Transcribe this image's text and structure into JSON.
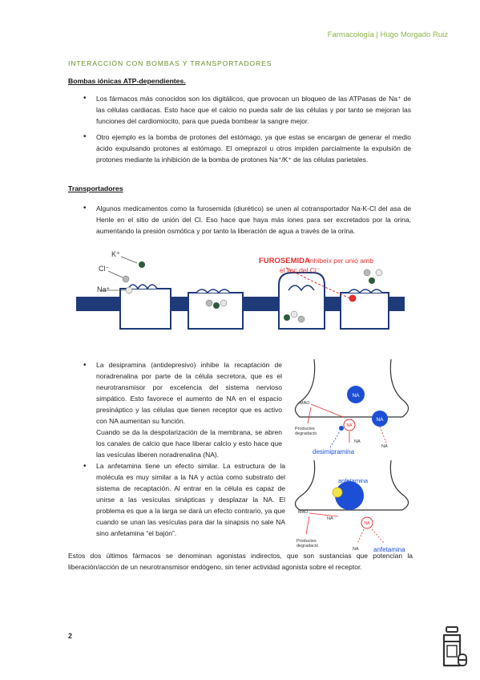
{
  "header": {
    "running_title": "Farmacología | Hugo Morgado Ruiz"
  },
  "section_title": "INTERACCIÓN CON BOMBAS Y TRANSPORTADORES",
  "sub_pumps": "Bombas iónicas ATP-dependientes.",
  "pumps_items": [
    "Los fármacos más conocidos son los digitálicos, que provocan un bloqueo de las ATPasas de Na⁺ de las células cardiacas. Esto hace que el calcio no pueda salir de las células y por tanto se mejoran las funciones del cardiomiocito, para que pueda bombear la sangre mejor.",
    "Otro ejemplo es la bomba de protones del estómago, ya que estas se encargan de generar el medio ácido expulsando protones al estómago. El omeprazol u otros impiden parcialmente la expulsión de protones mediante la inhibición de la bomba de protones Na⁺/K⁺ de las células parietales."
  ],
  "sub_transporters": "Transportadores",
  "transporters_items": [
    "Algunos medicamentos como la furosemida (diurético) se unen al cotransportador Na-K-Cl del asa de Henle en el sitio de unión del Cl. Eso hace que haya más iones para ser excretados por la orina, aumentando la presión osmótica y por tanto la liberación de agua a través de la orina."
  ],
  "furosemide_figure": {
    "ion_k": "K⁺",
    "ion_cl": "Cl⁻",
    "ion_na": "Na⁺",
    "drug_label": "FUROSEMIDA",
    "drug_note_1": "inhibeix per unió amb",
    "drug_note_2": "el lloc del Cl⁻"
  },
  "desipramine_item": {
    "paragraph_1": "La desipramina (antidepresivo) inhibe la recaptación de noradrenalina por parte de la célula secretora, que es el neurotransmisor por excelencia del sistema nervioso simpático. Esto favorece el aumento de NA en el espacio presináptico y las células que tienen receptor que es activo con NA aumentan su función.",
    "paragraph_2": "Cuando se da la despolarización de la membrana, se abren los canales de calcio que hace liberar calcio y esto hace que las vesículas liberen noradrenalina (NA)."
  },
  "amphetamine_item": "La anfetamina tiene un efecto similar. La estructura de la molécula es muy similar a la NA y actúa como substrato del sistema de recaptación. Al entrar en la célula es capaz de unirse a las vesículas sinápticas y desplazar la NA. El problema es que a la larga se dará un efecto contrario, ya que cuando se unan las vesículas para dar la sinapsis no sale NA sino anfetamina “el bajón”.",
  "synapse_top": {
    "na": "NA",
    "mao": "MAO",
    "products_1": "Productes",
    "products_2": "degradació",
    "drug": "desimipramina"
  },
  "synapse_bottom": {
    "drug_top": "anfetamina",
    "na": "NA",
    "mao": "MAO",
    "products_1": "Productes",
    "products_2": "degradació",
    "drug_bottom": "anfetamina"
  },
  "closing_paragraph": "Estos dos últimos fármacos se denominan agonistas indirectos, que son sustancias que potencian la liberación/acción de un neurotransmisor endógeno, sin tener actividad agonista sobre el receptor.",
  "page_number": "2",
  "colors": {
    "accent_green": "#8fb24a",
    "section_green": "#6b8f2a",
    "membrane_blue": "#1f3a78",
    "drug_red": "#e03030",
    "vesicle_blue": "#1d4fd6"
  }
}
